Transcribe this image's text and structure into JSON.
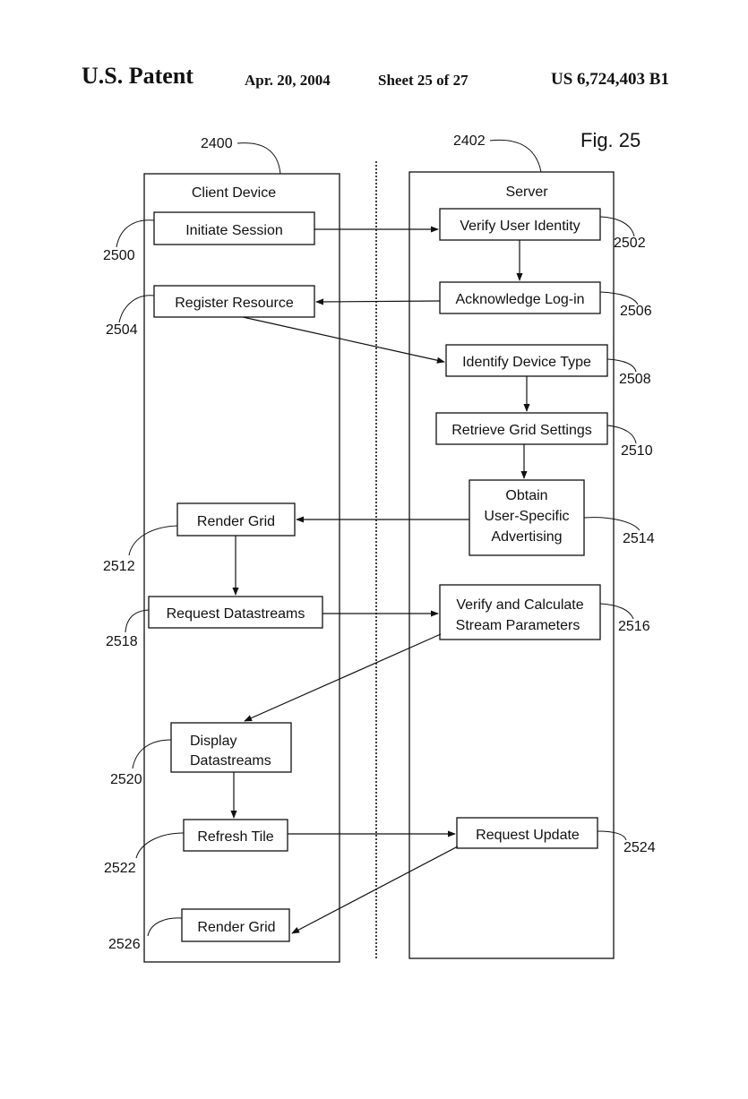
{
  "header": {
    "title": "U.S. Patent",
    "date": "Apr. 20, 2004",
    "sheet": "Sheet 25 of 27",
    "patent_number": "US 6,724,403 B1"
  },
  "figure": {
    "label": "Fig. 25",
    "lanes": {
      "client": {
        "ref": "2400",
        "title": "Client Device"
      },
      "server": {
        "ref": "2402",
        "title": "Server"
      }
    },
    "steps": {
      "initiate_session": {
        "ref": "2500",
        "lines": [
          "Initiate Session"
        ]
      },
      "verify_user_identity": {
        "ref": "2502",
        "lines": [
          "Verify User Identity"
        ]
      },
      "register_resource": {
        "ref": "2504",
        "lines": [
          "Register Resource"
        ]
      },
      "acknowledge_login": {
        "ref": "2506",
        "lines": [
          "Acknowledge Log-in"
        ]
      },
      "identify_device_type": {
        "ref": "2508",
        "lines": [
          "Identify Device Type"
        ]
      },
      "retrieve_grid_settings": {
        "ref": "2510",
        "lines": [
          "Retrieve Grid Settings"
        ]
      },
      "render_grid_1": {
        "ref": "2512",
        "lines": [
          "Render Grid"
        ]
      },
      "obtain_advertising": {
        "ref": "2514",
        "lines": [
          "Obtain",
          "User-Specific",
          "Advertising"
        ]
      },
      "verify_calculate": {
        "ref": "2516",
        "lines": [
          "Verify and Calculate",
          "Stream Parameters"
        ]
      },
      "request_datastreams": {
        "ref": "2518",
        "lines": [
          "Request Datastreams"
        ]
      },
      "display_datastreams": {
        "ref": "2520",
        "lines": [
          "Display",
          "Datastreams"
        ]
      },
      "refresh_tile": {
        "ref": "2522",
        "lines": [
          "Refresh Tile"
        ]
      },
      "request_update": {
        "ref": "2524",
        "lines": [
          "Request Update"
        ]
      },
      "render_grid_2": {
        "ref": "2526",
        "lines": [
          "Render Grid"
        ]
      }
    }
  }
}
